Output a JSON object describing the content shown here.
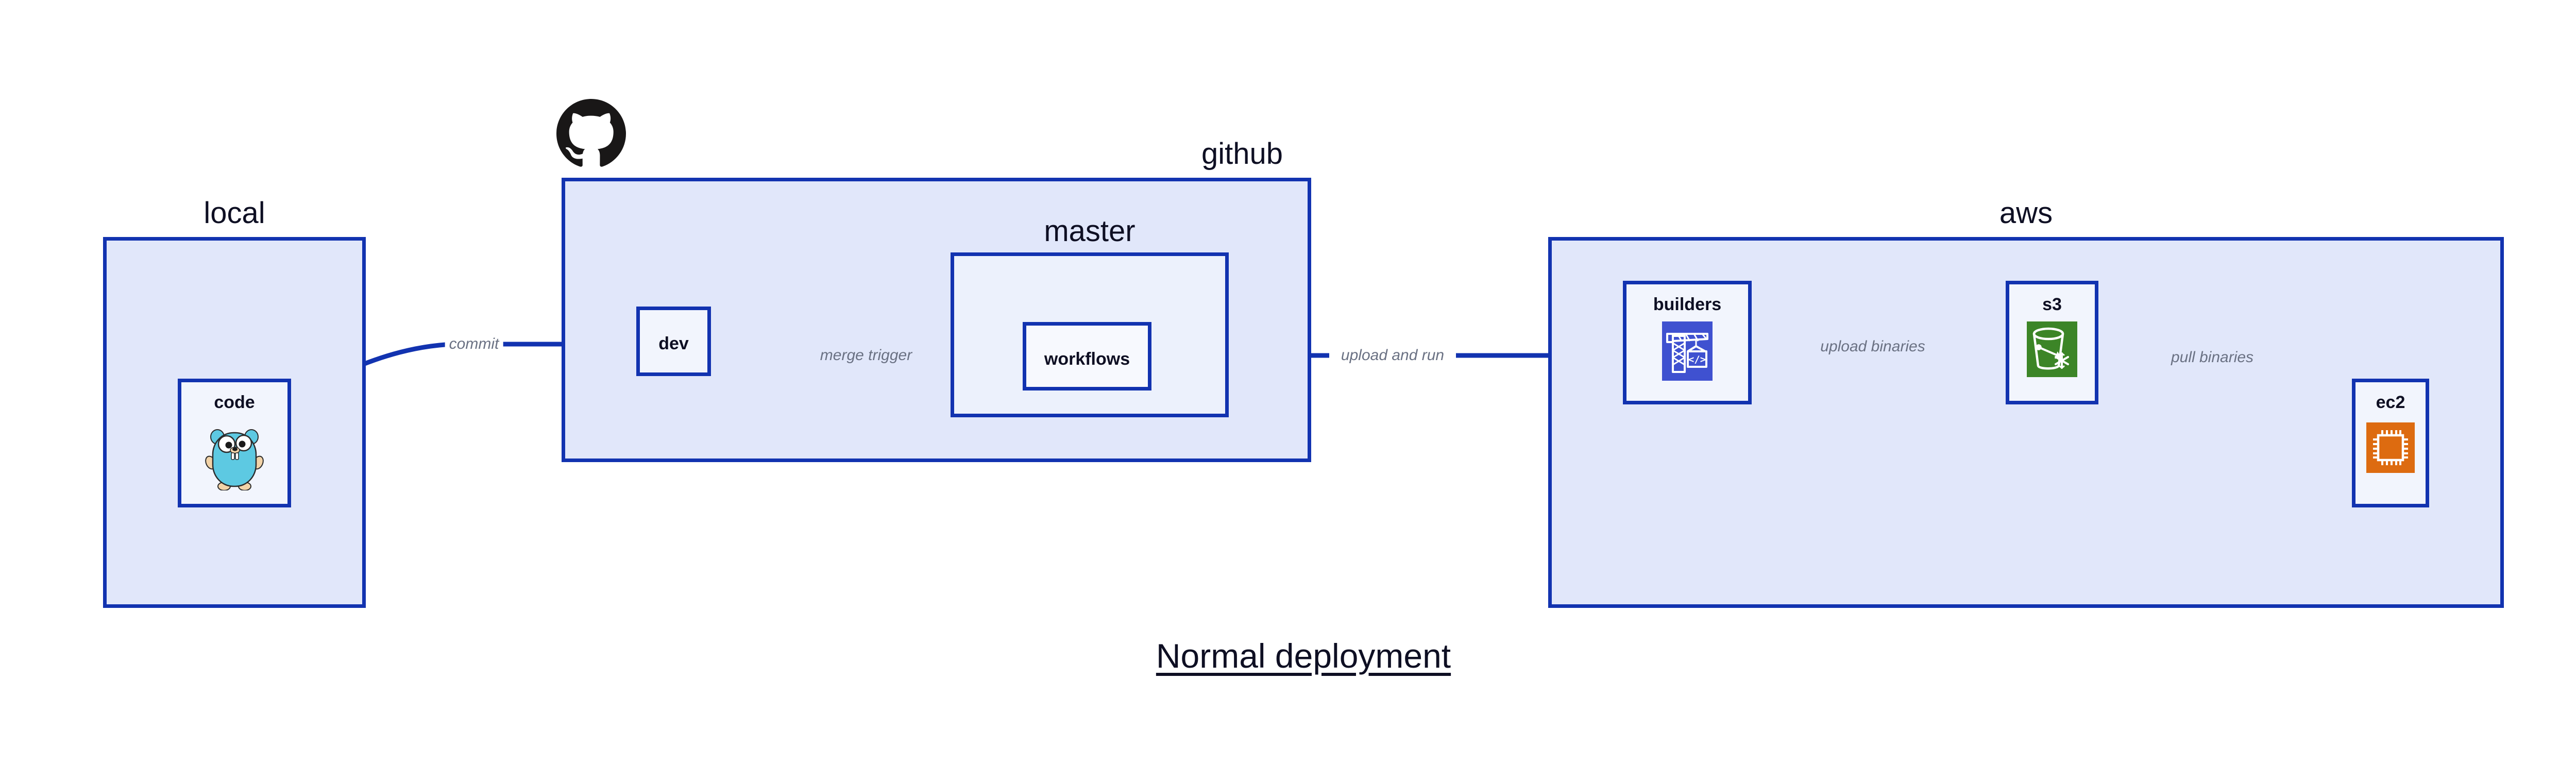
{
  "title": "Normal deployment",
  "colors": {
    "group_fill": "#E1E7FA",
    "subgroup_fill": "#ECF1FC",
    "node_fill": "#F2F5FD",
    "border": "#1233B0",
    "edge_label": "#6A7183",
    "text": "#0E0F23",
    "builders_icon_bg": "#3F51D0",
    "s3_icon_bg": "#3C8527",
    "ec2_icon_bg": "#DD6B10",
    "gopher_body": "#5DC9E2",
    "github_logo": "#191717"
  },
  "groups": [
    {
      "id": "local",
      "label": "local"
    },
    {
      "id": "github",
      "label": "github"
    },
    {
      "id": "aws",
      "label": "aws"
    }
  ],
  "subgroups": [
    {
      "id": "master",
      "label": "master",
      "parent": "github"
    }
  ],
  "nodes": [
    {
      "id": "code",
      "label": "code",
      "parent": "local",
      "icon": "go-gopher-icon"
    },
    {
      "id": "dev",
      "label": "dev",
      "parent": "github",
      "icon": "none"
    },
    {
      "id": "workflows",
      "label": "workflows",
      "parent": "master",
      "icon": "none"
    },
    {
      "id": "builders",
      "label": "builders",
      "parent": "aws",
      "icon": "aws-codebuild-crane-icon"
    },
    {
      "id": "s3",
      "label": "s3",
      "parent": "aws",
      "icon": "aws-s3-bucket-icon"
    },
    {
      "id": "ec2",
      "label": "ec2",
      "parent": "aws",
      "icon": "aws-ec2-chip-icon"
    }
  ],
  "edges": [
    {
      "id": "commit",
      "from": "code",
      "to": "dev",
      "label": "commit"
    },
    {
      "id": "merge-trigger",
      "from": "dev",
      "to": "workflows",
      "label": "merge trigger"
    },
    {
      "id": "upload-and-run",
      "from": "workflows",
      "to": "builders",
      "label": "upload and run"
    },
    {
      "id": "upload-binaries",
      "from": "builders",
      "to": "s3",
      "label": "upload binaries"
    },
    {
      "id": "pull-binaries",
      "from": "s3",
      "to": "ec2",
      "label": "pull binaries"
    }
  ],
  "logos": [
    {
      "id": "github-octocat",
      "name": "github-octocat-logo",
      "attached_to": "github"
    }
  ]
}
